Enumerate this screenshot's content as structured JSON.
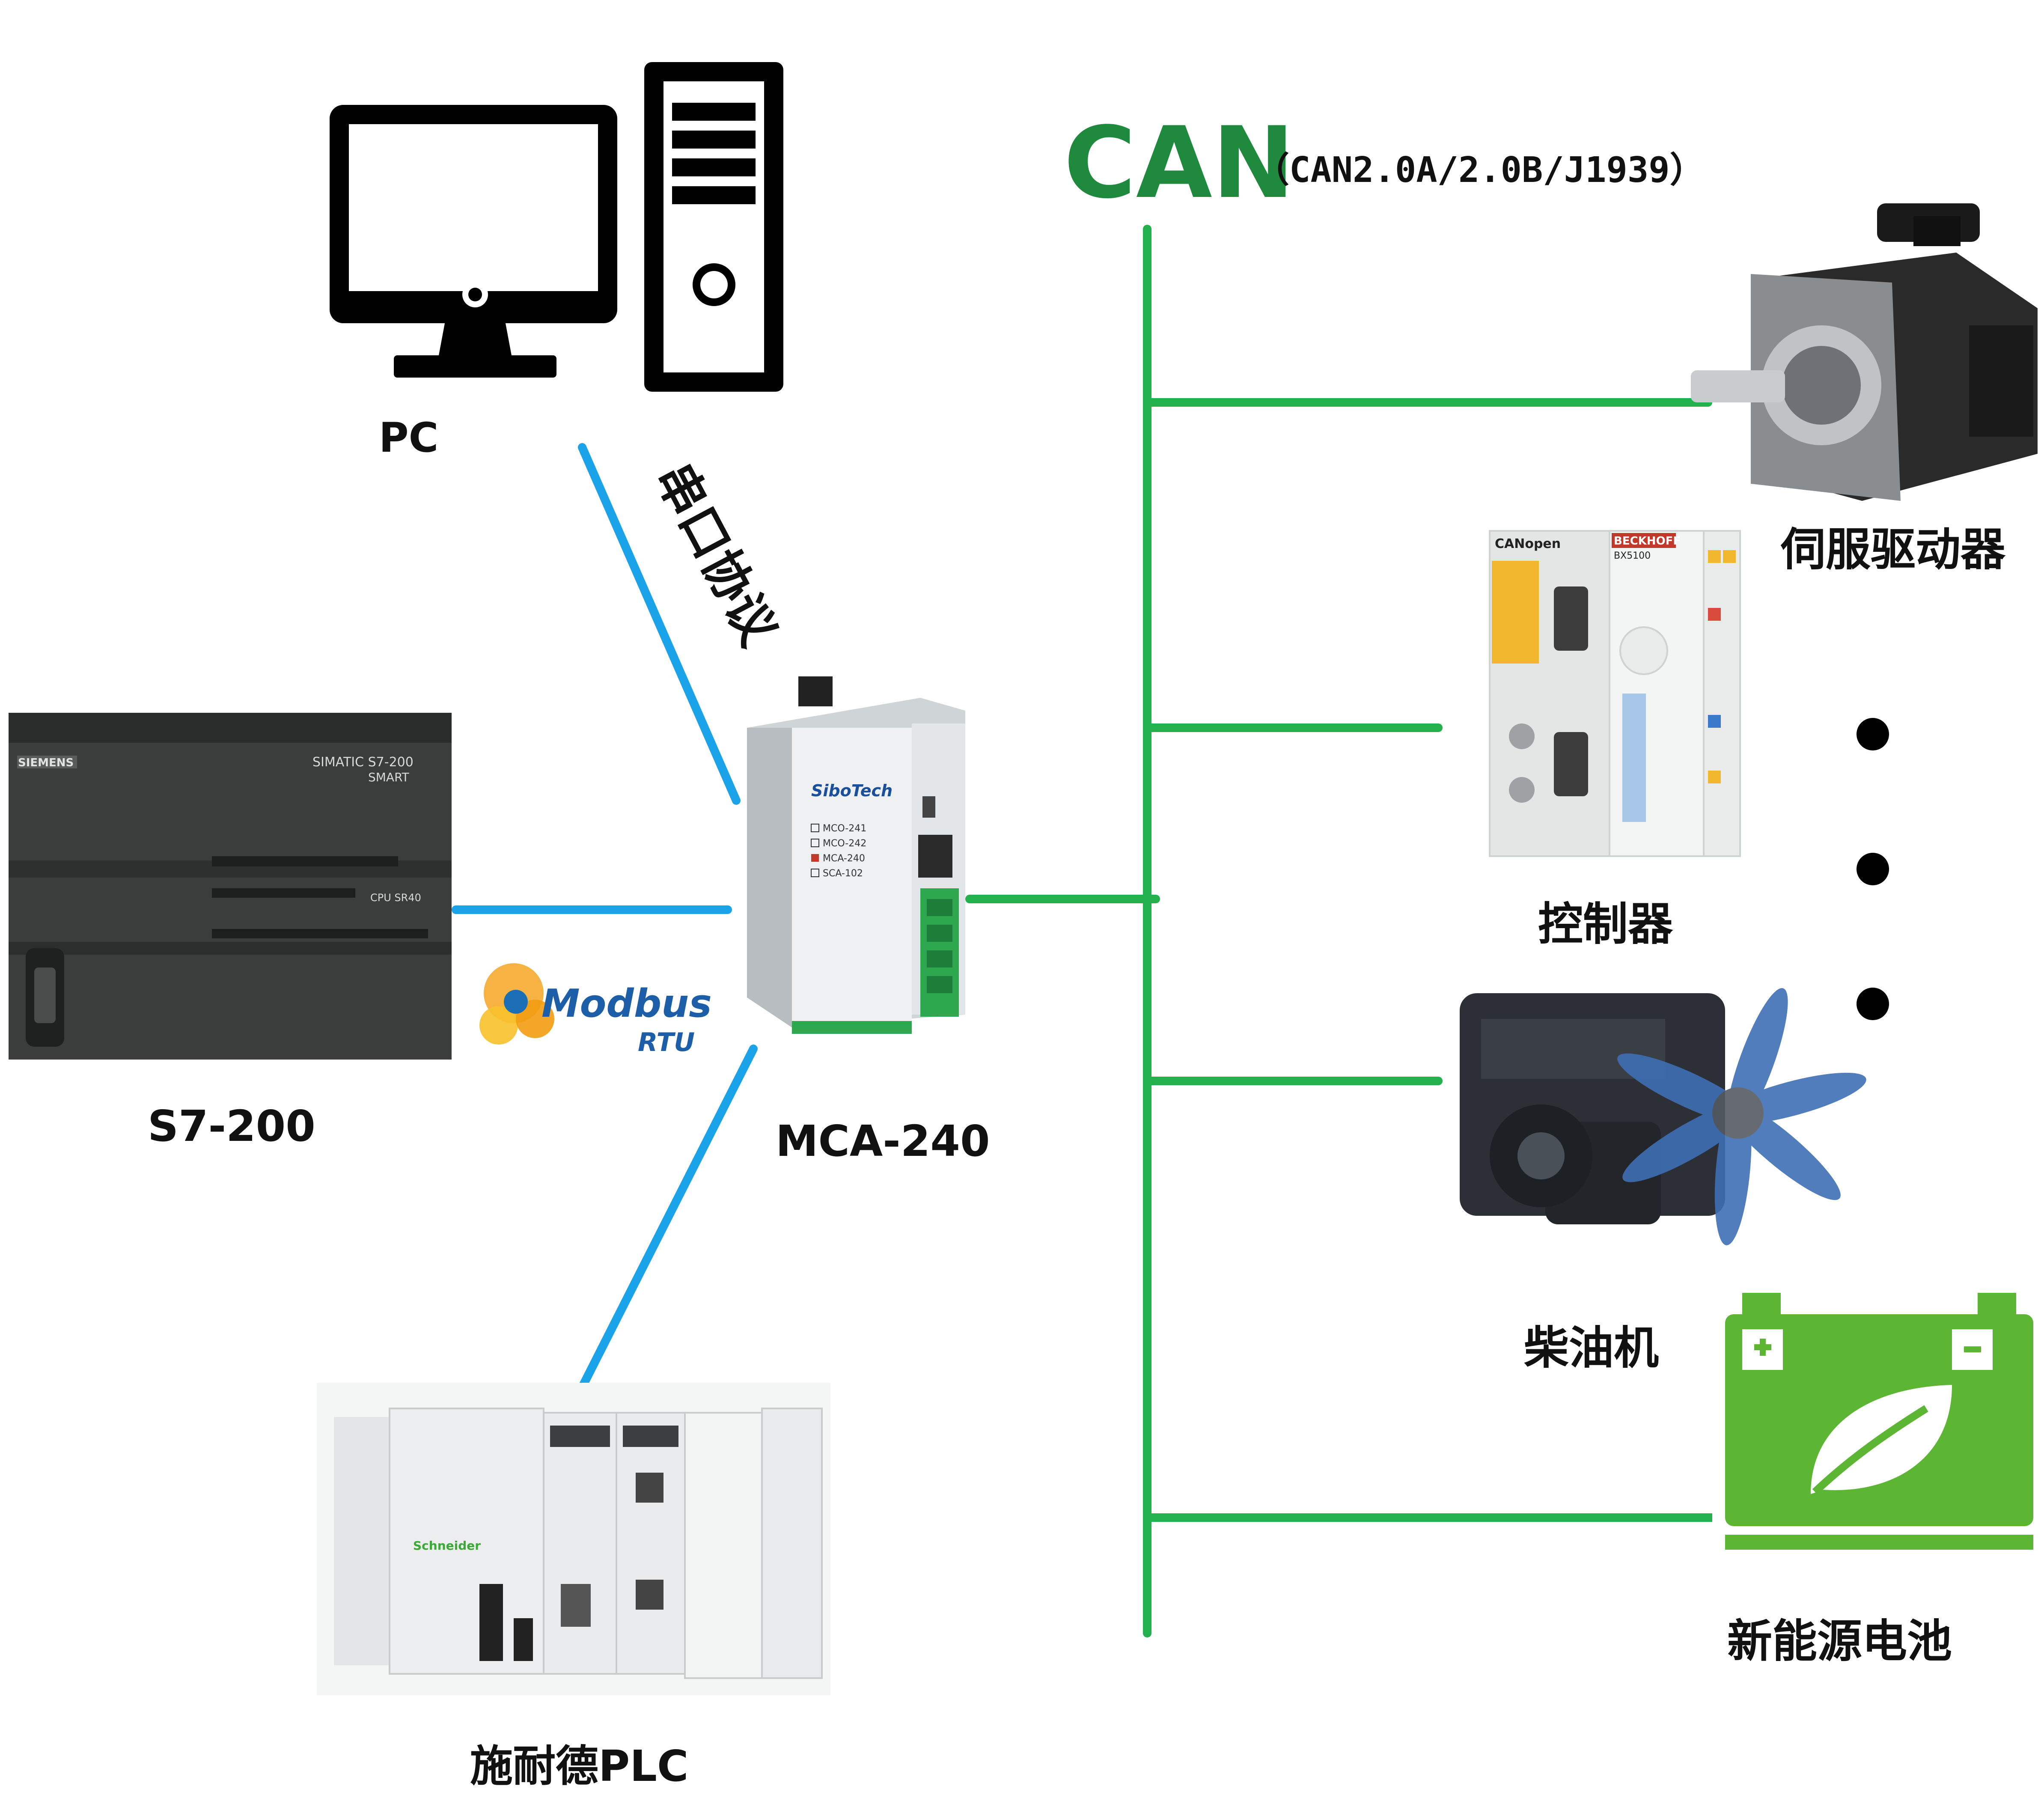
{
  "labels": {
    "pc": "PC",
    "serial": "串口协议",
    "s7": "S7-200",
    "schneider": "施耐德PLC",
    "mca": "MCA-240",
    "can_logo": "CAN",
    "can_versions": "（CAN2.0A/2.0B/J1939）",
    "servo": "伺服驱动器",
    "controller": "控制器",
    "diesel": "柴油机",
    "battery": "新能源电池",
    "modbus_top": "Modbus",
    "modbus_bottom": "RTU"
  },
  "device_text": {
    "siemens": "SIEMENS",
    "simatic": "SIMATIC S7-200",
    "smart": "SMART",
    "cpu": "CPU SR40",
    "sibotech": "SiboTech",
    "models": [
      "MCO-241",
      "MCO-242",
      "MCA-240",
      "SCA-102"
    ],
    "canopen": "CANopen",
    "beckhoff": "BECKHOFF",
    "bx5100": "BX5100",
    "schneider_brand": "Schneider"
  },
  "colors": {
    "can_bus": "#22b14c",
    "serial_link": "#1aa3e8",
    "can_logo": "#1f8a3e",
    "battery": "#5db534"
  }
}
